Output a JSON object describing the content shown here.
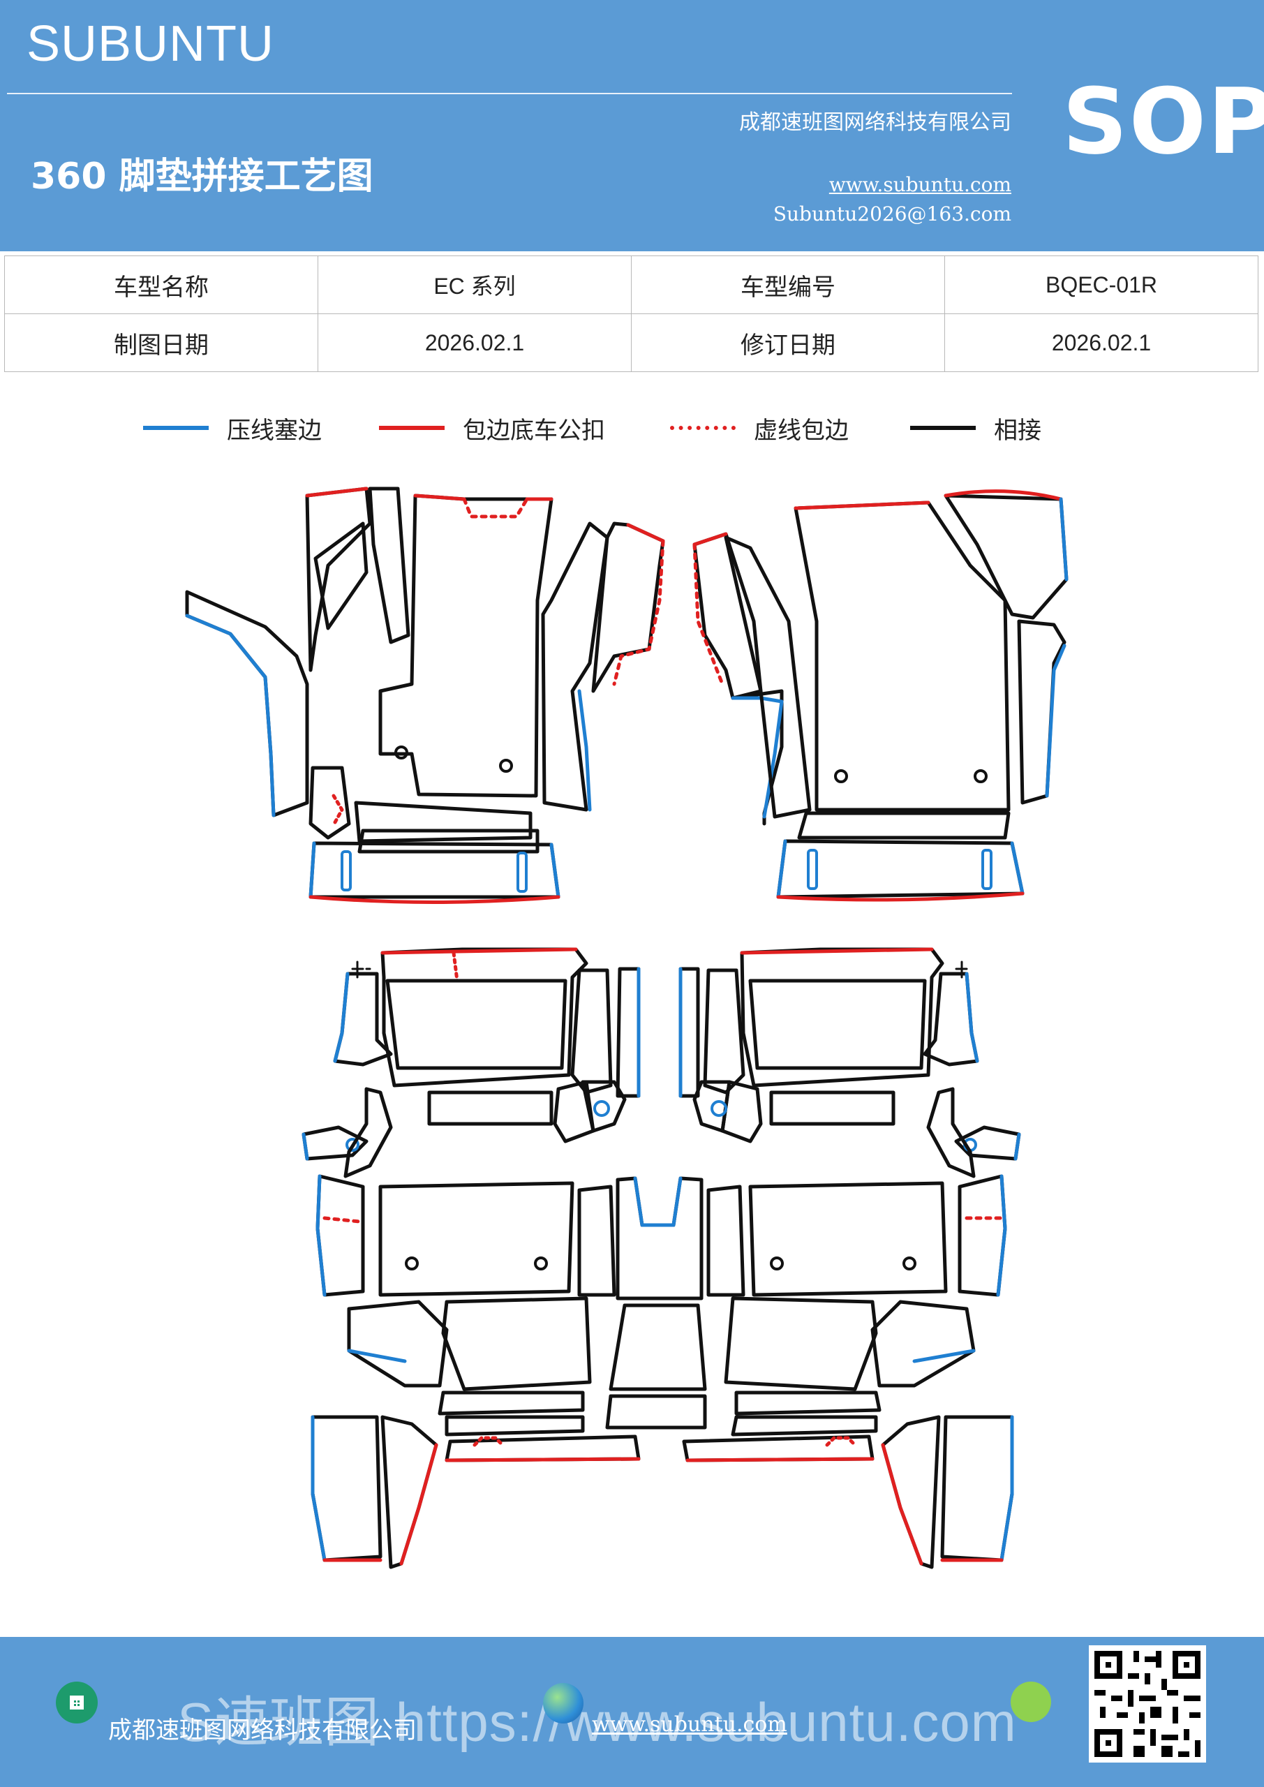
{
  "header": {
    "brand": "SUBUNTU",
    "title": "360 脚垫拼接工艺图",
    "company": "成都速班图网络科技有限公司",
    "website": "www.subuntu.com",
    "email": "Subuntu2026@163.com",
    "badge": "SOP"
  },
  "info_table": {
    "row1": {
      "label1": "车型名称",
      "value1": "EC 系列",
      "label2": "车型编号",
      "value2": "BQEC-01R"
    },
    "row2": {
      "label1": "制图日期",
      "value1": "2026.02.1",
      "label2": "修订日期",
      "value2": "2026.02.1"
    }
  },
  "legend": [
    {
      "label": "压线塞边",
      "color": "#1f7fd1",
      "style": "solid"
    },
    {
      "label": "包边底车公扣",
      "color": "#e02020",
      "style": "solid"
    },
    {
      "label": "虚线包边",
      "color": "#e02020",
      "style": "dotted"
    },
    {
      "label": "相接",
      "color": "#111111",
      "style": "solid"
    }
  ],
  "colors": {
    "header_bg": "#5b9bd5",
    "blue_edge": "#1f7fd1",
    "red_edge": "#e02020",
    "seam": "#111111"
  },
  "footer": {
    "company": "成都速班图网络科技有限公司",
    "website": "www.subuntu.com",
    "overlay_text": "S速班图 https://www.subuntu.com",
    "icons": [
      "company-icon",
      "globe-icon",
      "wechat-icon",
      "qr-code"
    ]
  }
}
